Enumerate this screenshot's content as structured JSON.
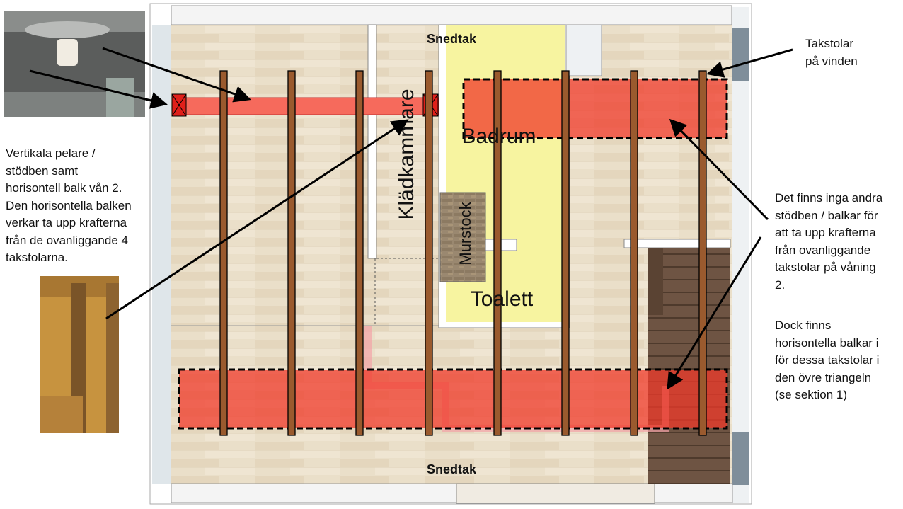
{
  "plan": {
    "top_label": "Snedtak",
    "bottom_label": "Snedtak",
    "room_bathroom": "Badrum",
    "room_closet": "Klädkammare",
    "chimney": "Murstock",
    "room_toilet": "Toalett"
  },
  "notes": {
    "trusses_attic": "Takstolar\npå vinden",
    "left_note": "Vertikala pelare /\nstödben samt\nhorisontell balk vån 2.\nDen horisontella balken\nverkar ta upp krafterna\nfrån de ovanliggande 4\ntakstolarna.",
    "right_note_1": "Det finns inga andra\nstödben / balkar för\natt ta upp krafterna\nfrån ovanliggande\ntakstolar på våning\n2.",
    "right_note_2": "Dock finns\nhorisontella balkar i\nför dessa takstolar i\nden övre triangeln\n(se sektion 1)"
  },
  "colors": {
    "beam": "#9a5a2e",
    "highlight": "#f03a2a",
    "floor": "#e9dcc6",
    "bathroom": "#f7f4a0"
  }
}
